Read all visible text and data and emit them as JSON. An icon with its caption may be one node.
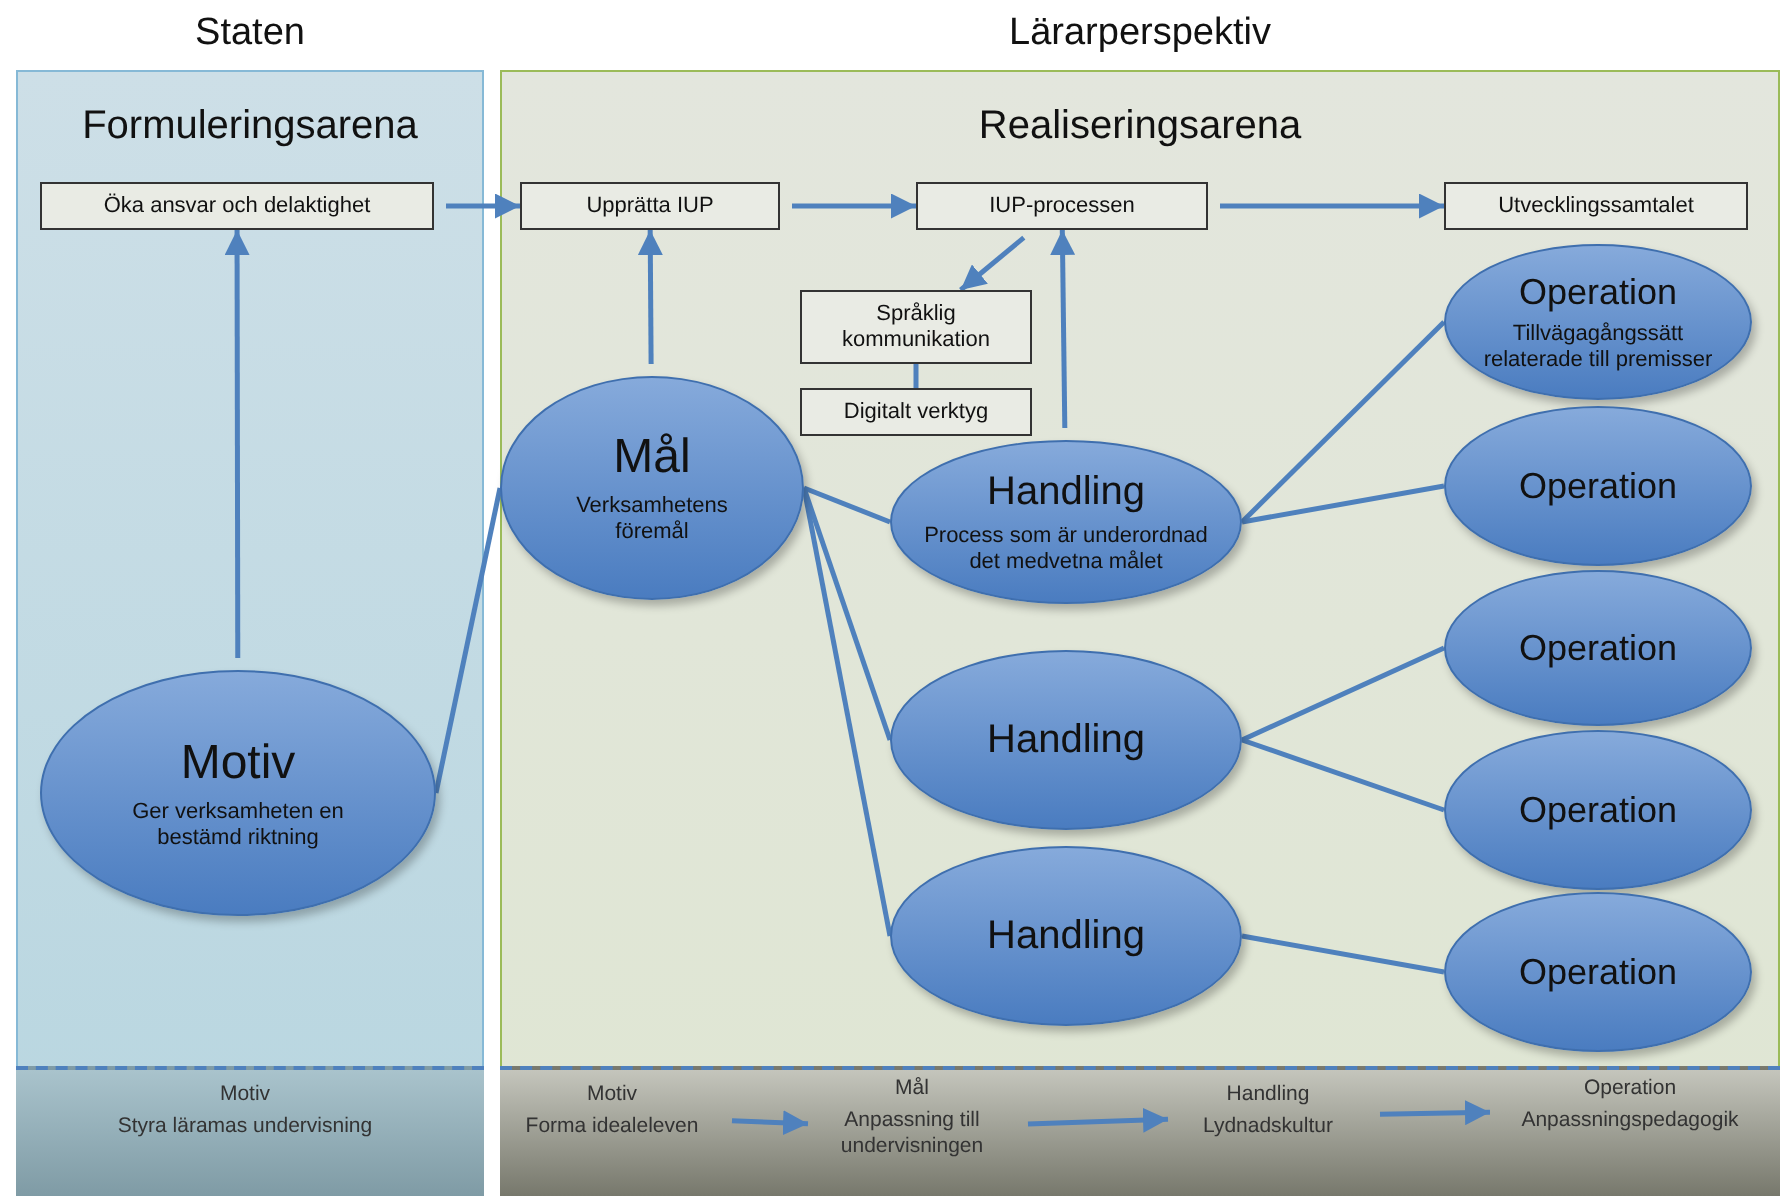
{
  "diagram": {
    "nodes": [
      {
        "text": [
          "Staten",
          "Formuleringsarena"
        ]
      },
      {
        "text": [
          "Öka ansvar och delaktighet"
        ],
        "in": 0
      },
      {
        "text": [
          "Motiv",
          "Ger verksamheten en bestämd riktning"
        ],
        "in": 0
      },
      {
        "text": [
          "Motiv",
          "Styra läramas undervisning"
        ],
        "in": 0
      },
      {
        "text": [
          "Lärarperspektiv",
          "Realiseringsarena"
        ]
      },
      {
        "text": [
          "Upprätta IUP"
        ],
        "in": 4
      },
      {
        "text": [
          "IUP-processen"
        ],
        "in": 4
      },
      {
        "text": [
          "Utvecklingssamtalet"
        ],
        "in": 4
      },
      {
        "text": [
          "Språklig kommunikation"
        ],
        "in": 4
      },
      {
        "text": [
          "Digitalt verktyg"
        ],
        "in": 4
      },
      {
        "text": [
          "Mål",
          "Verksamhetens föremål"
        ],
        "in": 4
      },
      {
        "text": [
          "Handling",
          "Process som är underordnad det medvetna målet"
        ],
        "in": 4
      },
      {
        "text": [
          "Operation",
          "Tillvägagångssätt relaterade till premisser"
        ],
        "in": 4
      },
      {
        "text": [
          "Operation"
        ],
        "in": 4
      },
      {
        "text": [
          "Handling"
        ],
        "in": 4
      },
      {
        "text": [
          "Operation"
        ],
        "in": 4
      },
      {
        "text": [
          "Operation"
        ],
        "in": 4
      },
      {
        "text": [
          "Handling"
        ],
        "in": 4
      },
      {
        "text": [
          "Operation"
        ],
        "in": 4
      },
      {
        "text": [
          "Motiv",
          "Forma idealeleven"
        ],
        "in": 4
      },
      {
        "text": [
          "Mål",
          "Anpassning till undervisningen"
        ],
        "in": 4
      },
      {
        "text": [
          "Handling",
          "Lydnadskultur"
        ],
        "in": 4
      },
      {
        "text": [
          "Operation",
          "Anpassningspedagogik"
        ],
        "in": 4
      }
    ],
    "edges": [
      {
        "from": 1,
        "to": 5,
        "arrow": "to"
      },
      {
        "from": 5,
        "to": 6,
        "arrow": "to"
      },
      {
        "from": 6,
        "to": 7,
        "arrow": "to"
      },
      {
        "from": 2,
        "to": 1,
        "arrow": "to"
      },
      {
        "from": 2,
        "to": 10,
        "arrow": "none"
      },
      {
        "from": 10,
        "to": 5,
        "arrow": "to"
      },
      {
        "from": 6,
        "to": 8,
        "arrow": "to"
      },
      {
        "from": 8,
        "to": 9,
        "arrow": "none"
      },
      {
        "from": 11,
        "to": 6,
        "arrow": "to"
      },
      {
        "from": 10,
        "to": 11,
        "arrow": "none"
      },
      {
        "from": 10,
        "to": 14,
        "arrow": "none"
      },
      {
        "from": 10,
        "to": 17,
        "arrow": "none"
      },
      {
        "from": 11,
        "to": 12,
        "arrow": "none"
      },
      {
        "from": 11,
        "to": 13,
        "arrow": "none"
      },
      {
        "from": 14,
        "to": 15,
        "arrow": "none"
      },
      {
        "from": 14,
        "to": 16,
        "arrow": "none"
      },
      {
        "from": 17,
        "to": 18,
        "arrow": "none"
      },
      {
        "from": 19,
        "to": 20,
        "arrow": "to"
      },
      {
        "from": 20,
        "to": 21,
        "arrow": "to"
      },
      {
        "from": 21,
        "to": 22,
        "arrow": "to"
      }
    ]
  }
}
